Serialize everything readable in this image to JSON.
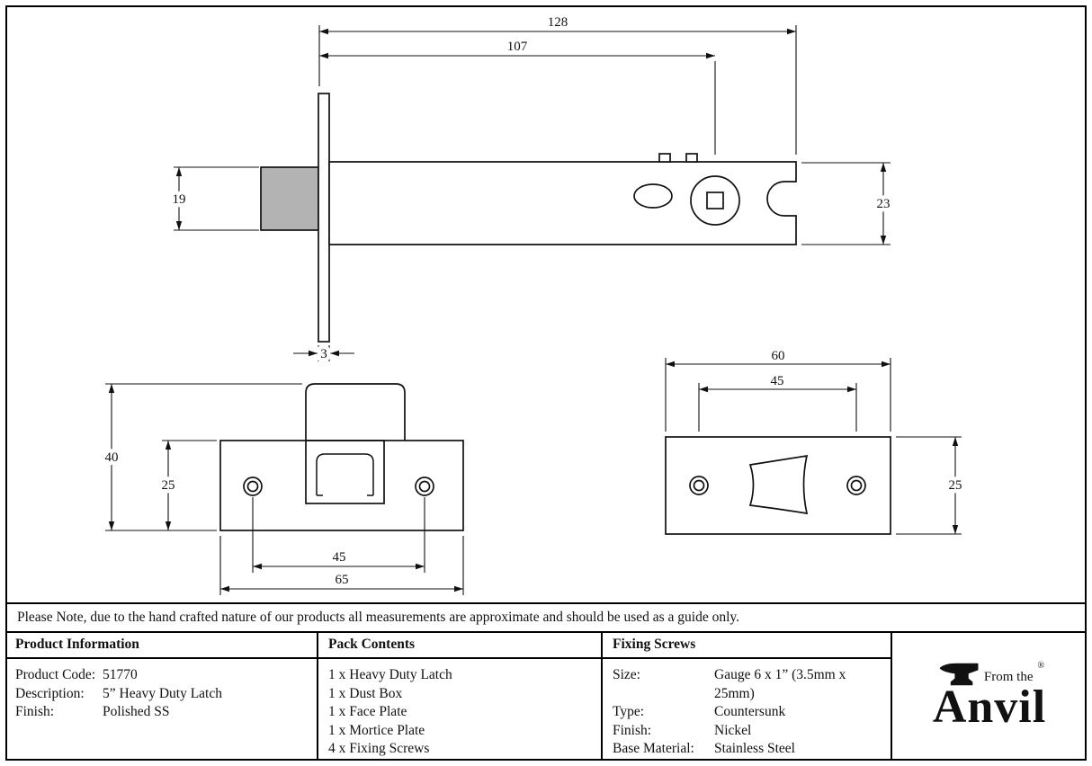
{
  "drawings": {
    "side_view": {
      "dim_overall": "128",
      "dim_to_spindle": "107",
      "dim_bolt_height": "19",
      "dim_case_height": "23",
      "dim_faceplate_thickness": "3"
    },
    "face_plate": {
      "dim_total_height": "40",
      "dim_plate_height": "25",
      "dim_screw_centres": "45",
      "dim_width": "65"
    },
    "mortice_plate": {
      "dim_width": "60",
      "dim_screw_centres": "45",
      "dim_height": "25"
    }
  },
  "note": "Please Note, due to the hand crafted nature of our products all measurements are approximate and should be used as a guide only.",
  "table": {
    "product_information": {
      "header": "Product Information",
      "rows": [
        {
          "label": "Product Code:",
          "value": "51770"
        },
        {
          "label": "Description:",
          "value": "5” Heavy Duty Latch"
        },
        {
          "label": "Finish:",
          "value": "Polished SS"
        }
      ]
    },
    "pack_contents": {
      "header": "Pack Contents",
      "items": [
        "1 x Heavy Duty Latch",
        "1 x Dust Box",
        "1 x Face Plate",
        "1 x Mortice Plate",
        "4 x Fixing Screws"
      ]
    },
    "fixing_screws": {
      "header": "Fixing Screws",
      "rows": [
        {
          "label": "Size:",
          "value": "Gauge 6 x 1” (3.5mm x 25mm)"
        },
        {
          "label": "Type:",
          "value": "Countersunk"
        },
        {
          "label": "Finish:",
          "value": "Nickel"
        },
        {
          "label": "Base Material:",
          "value": "Stainless Steel"
        }
      ]
    }
  },
  "brand": {
    "tagline": "From the",
    "name": "Anvil",
    "registered": "®"
  }
}
